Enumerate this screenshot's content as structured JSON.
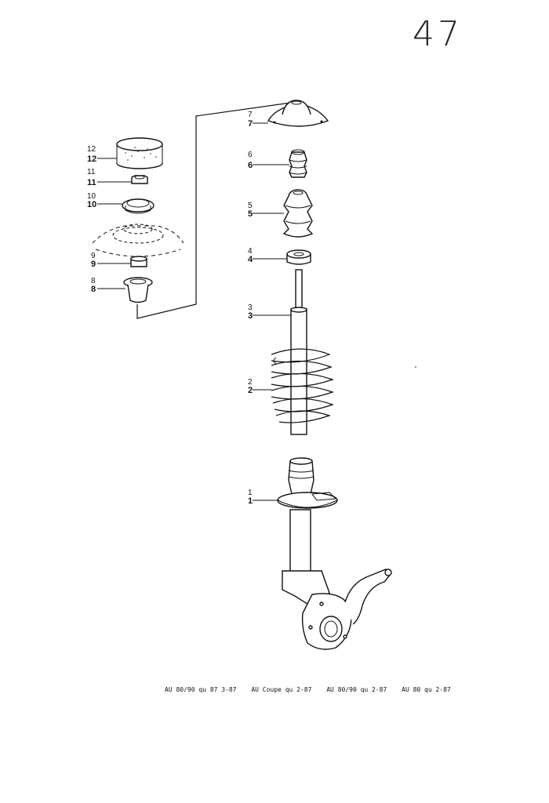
{
  "page": {
    "number": "47"
  },
  "callouts": [
    {
      "id": "1",
      "top": "1",
      "bottom": "1"
    },
    {
      "id": "2",
      "top": "2",
      "bottom": "2"
    },
    {
      "id": "3",
      "top": "3",
      "bottom": "3"
    },
    {
      "id": "4",
      "top": "4",
      "bottom": "4"
    },
    {
      "id": "5",
      "top": "5",
      "bottom": "5"
    },
    {
      "id": "6",
      "top": "6",
      "bottom": "6"
    },
    {
      "id": "7",
      "top": "7",
      "bottom": "7"
    },
    {
      "id": "8",
      "top": "8",
      "bottom": "8"
    },
    {
      "id": "9",
      "top": "9",
      "bottom": "9"
    },
    {
      "id": "10",
      "top": "10",
      "bottom": "10"
    },
    {
      "id": "11",
      "top": "11",
      "bottom": "11"
    },
    {
      "id": "12",
      "top": "12",
      "bottom": "12"
    }
  ],
  "footer": {
    "models": [
      "AU 80/90 qu 87 3-87",
      "AU Coupe qu 2-87",
      "AU 80/90 qu 2-87",
      "AU 80 qu 2-87"
    ]
  }
}
